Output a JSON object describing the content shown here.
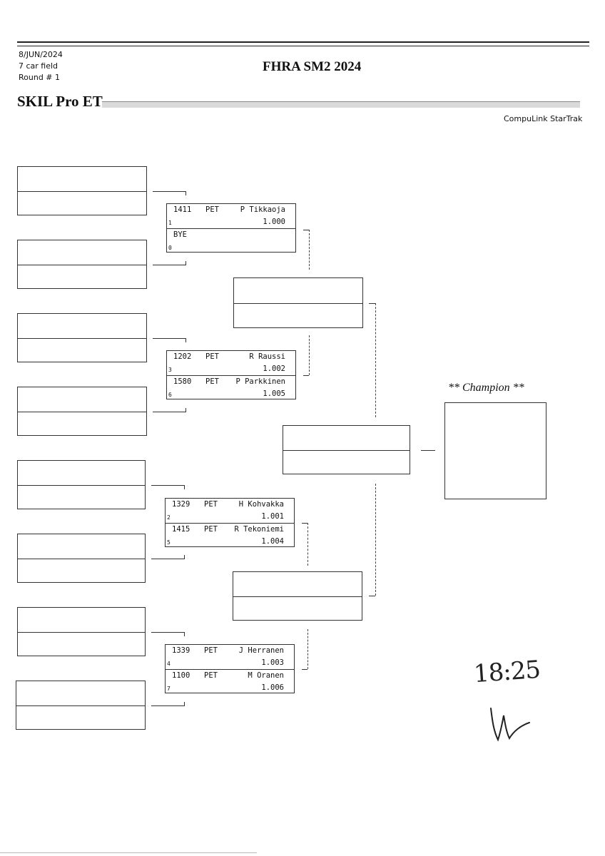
{
  "header": {
    "date": "8/JUN/2024",
    "field": "7 car field",
    "round": "Round # 1",
    "event_title": "FHRA SM2 2024",
    "class_name": "SKIL Pro ET",
    "vendor": "CompuLink StarTrak"
  },
  "matchups": [
    {
      "top": {
        "car": "1411",
        "cls": "PET",
        "name": "P Tikkaoja",
        "et": "1.000",
        "seed": "1"
      },
      "bottom": {
        "car": "BYE",
        "cls": "",
        "name": "",
        "et": "",
        "seed": "0"
      }
    },
    {
      "top": {
        "car": "1202",
        "cls": "PET",
        "name": "R Raussi",
        "et": "1.002",
        "seed": "3"
      },
      "bottom": {
        "car": "1580",
        "cls": "PET",
        "name": "P Parkkinen",
        "et": "1.005",
        "seed": "6"
      }
    },
    {
      "top": {
        "car": "1329",
        "cls": "PET",
        "name": "H Kohvakka",
        "et": "1.001",
        "seed": "2"
      },
      "bottom": {
        "car": "1415",
        "cls": "PET",
        "name": "R Tekoniemi",
        "et": "1.004",
        "seed": "5"
      }
    },
    {
      "top": {
        "car": "1339",
        "cls": "PET",
        "name": "J Herranen",
        "et": "1.003",
        "seed": "4"
      },
      "bottom": {
        "car": "1100",
        "cls": "PET",
        "name": "M Oranen",
        "et": "1.006",
        "seed": "7"
      }
    }
  ],
  "champion_label": "** Champion **",
  "handwriting": {
    "time": "18:25",
    "initials": "W"
  }
}
